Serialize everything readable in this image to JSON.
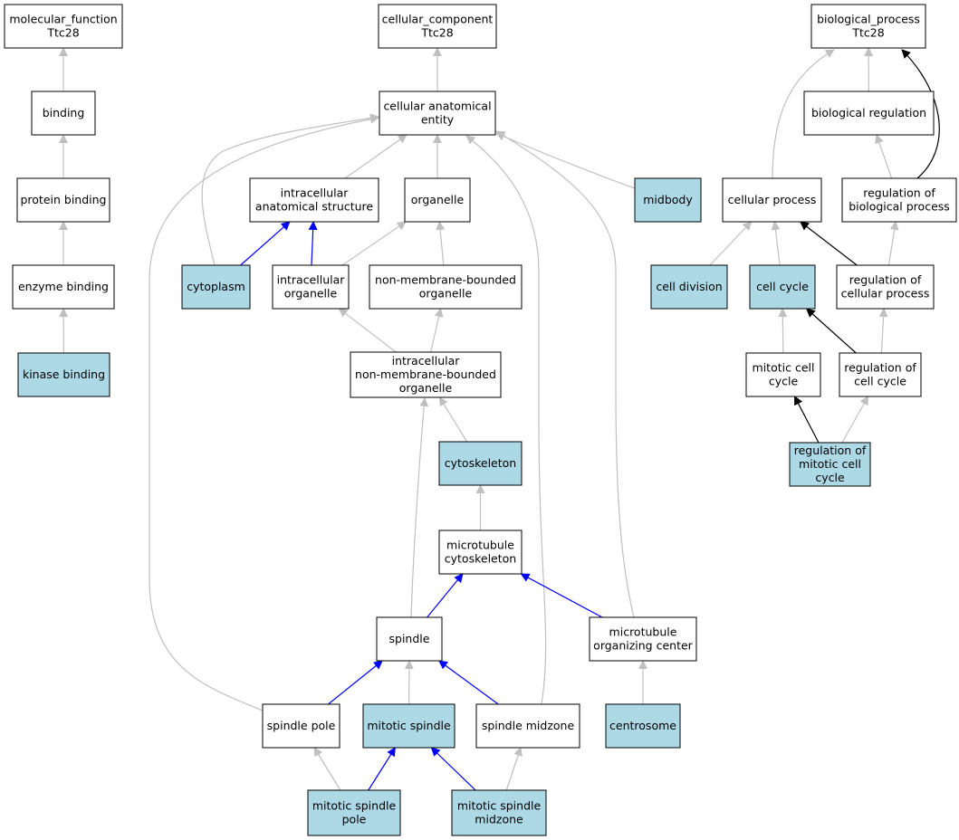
{
  "colors": {
    "highlight_fill": "#add8e6",
    "plain_fill": "#ffffff",
    "edge_gray": "#c0c0c0",
    "edge_blue": "#0000ff",
    "edge_black": "#000000"
  },
  "nodes": [
    {
      "id": "mf",
      "lines": [
        "molecular_function",
        "Ttc28"
      ],
      "highlight": false
    },
    {
      "id": "binding",
      "lines": [
        "binding"
      ],
      "highlight": false
    },
    {
      "id": "protein_binding",
      "lines": [
        "protein binding"
      ],
      "highlight": false
    },
    {
      "id": "enzyme_binding",
      "lines": [
        "enzyme binding"
      ],
      "highlight": false
    },
    {
      "id": "kinase_binding",
      "lines": [
        "kinase binding"
      ],
      "highlight": true
    },
    {
      "id": "cc",
      "lines": [
        "cellular_component",
        "Ttc28"
      ],
      "highlight": false
    },
    {
      "id": "cae",
      "lines": [
        "cellular anatomical",
        "entity"
      ],
      "highlight": false
    },
    {
      "id": "ias",
      "lines": [
        "intracellular",
        "anatomical structure"
      ],
      "highlight": false
    },
    {
      "id": "organelle",
      "lines": [
        "organelle"
      ],
      "highlight": false
    },
    {
      "id": "midbody",
      "lines": [
        "midbody"
      ],
      "highlight": true
    },
    {
      "id": "cytoplasm",
      "lines": [
        "cytoplasm"
      ],
      "highlight": true
    },
    {
      "id": "io",
      "lines": [
        "intracellular",
        "organelle"
      ],
      "highlight": false
    },
    {
      "id": "nmbo",
      "lines": [
        "non-membrane-bounded",
        "organelle"
      ],
      "highlight": false
    },
    {
      "id": "inmbo",
      "lines": [
        "intracellular",
        "non-membrane-bounded",
        "organelle"
      ],
      "highlight": false
    },
    {
      "id": "cytoskeleton",
      "lines": [
        "cytoskeleton"
      ],
      "highlight": true
    },
    {
      "id": "mtc",
      "lines": [
        "microtubule",
        "cytoskeleton"
      ],
      "highlight": false
    },
    {
      "id": "spindle",
      "lines": [
        "spindle"
      ],
      "highlight": false
    },
    {
      "id": "mtoc",
      "lines": [
        "microtubule",
        "organizing center"
      ],
      "highlight": false
    },
    {
      "id": "spindle_pole",
      "lines": [
        "spindle pole"
      ],
      "highlight": false
    },
    {
      "id": "mitotic_spindle",
      "lines": [
        "mitotic spindle"
      ],
      "highlight": true
    },
    {
      "id": "spindle_midzone",
      "lines": [
        "spindle midzone"
      ],
      "highlight": false
    },
    {
      "id": "centrosome",
      "lines": [
        "centrosome"
      ],
      "highlight": true
    },
    {
      "id": "msp",
      "lines": [
        "mitotic spindle",
        "pole"
      ],
      "highlight": true
    },
    {
      "id": "msm",
      "lines": [
        "mitotic spindle",
        "midzone"
      ],
      "highlight": true
    },
    {
      "id": "bp",
      "lines": [
        "biological_process",
        "Ttc28"
      ],
      "highlight": false
    },
    {
      "id": "bio_reg",
      "lines": [
        "biological regulation"
      ],
      "highlight": false
    },
    {
      "id": "cell_proc",
      "lines": [
        "cellular process"
      ],
      "highlight": false
    },
    {
      "id": "reg_bio",
      "lines": [
        "regulation of",
        "biological process"
      ],
      "highlight": false
    },
    {
      "id": "cell_div",
      "lines": [
        "cell division"
      ],
      "highlight": true
    },
    {
      "id": "cell_cycle",
      "lines": [
        "cell cycle"
      ],
      "highlight": true
    },
    {
      "id": "reg_cell_proc",
      "lines": [
        "regulation of",
        "cellular process"
      ],
      "highlight": false
    },
    {
      "id": "mit_cc",
      "lines": [
        "mitotic cell",
        "cycle"
      ],
      "highlight": false
    },
    {
      "id": "reg_cc",
      "lines": [
        "regulation of",
        "cell cycle"
      ],
      "highlight": false
    },
    {
      "id": "reg_mcc",
      "lines": [
        "regulation of",
        "mitotic cell",
        "cycle"
      ],
      "highlight": true
    }
  ],
  "edges": [
    {
      "from": "binding",
      "to": "mf",
      "color": "gray"
    },
    {
      "from": "protein_binding",
      "to": "binding",
      "color": "gray"
    },
    {
      "from": "enzyme_binding",
      "to": "protein_binding",
      "color": "gray"
    },
    {
      "from": "kinase_binding",
      "to": "enzyme_binding",
      "color": "gray"
    },
    {
      "from": "cae",
      "to": "cc",
      "color": "gray"
    },
    {
      "from": "ias",
      "to": "cae",
      "color": "gray"
    },
    {
      "from": "organelle",
      "to": "cae",
      "color": "gray"
    },
    {
      "from": "midbody",
      "to": "cae",
      "color": "gray"
    },
    {
      "from": "cytoplasm",
      "to": "cae",
      "color": "gray"
    },
    {
      "from": "spindle_pole",
      "to": "cae",
      "color": "gray"
    },
    {
      "from": "spindle_midzone",
      "to": "cae",
      "color": "gray"
    },
    {
      "from": "mtoc",
      "to": "cae",
      "color": "gray"
    },
    {
      "from": "cytoplasm",
      "to": "ias",
      "color": "blue"
    },
    {
      "from": "io",
      "to": "ias",
      "color": "blue"
    },
    {
      "from": "io",
      "to": "organelle",
      "color": "gray"
    },
    {
      "from": "nmbo",
      "to": "organelle",
      "color": "gray"
    },
    {
      "from": "inmbo",
      "to": "io",
      "color": "gray"
    },
    {
      "from": "inmbo",
      "to": "nmbo",
      "color": "gray"
    },
    {
      "from": "cytoskeleton",
      "to": "inmbo",
      "color": "gray"
    },
    {
      "from": "spindle",
      "to": "inmbo",
      "color": "gray"
    },
    {
      "from": "mtc",
      "to": "cytoskeleton",
      "color": "gray"
    },
    {
      "from": "spindle",
      "to": "mtc",
      "color": "blue"
    },
    {
      "from": "mtoc",
      "to": "mtc",
      "color": "blue"
    },
    {
      "from": "spindle_pole",
      "to": "spindle",
      "color": "blue"
    },
    {
      "from": "mitotic_spindle",
      "to": "spindle",
      "color": "gray"
    },
    {
      "from": "spindle_midzone",
      "to": "spindle",
      "color": "blue"
    },
    {
      "from": "centrosome",
      "to": "mtoc",
      "color": "gray"
    },
    {
      "from": "msp",
      "to": "spindle_pole",
      "color": "gray"
    },
    {
      "from": "msp",
      "to": "mitotic_spindle",
      "color": "blue"
    },
    {
      "from": "msm",
      "to": "mitotic_spindle",
      "color": "blue"
    },
    {
      "from": "msm",
      "to": "spindle_midzone",
      "color": "gray"
    },
    {
      "from": "bio_reg",
      "to": "bp",
      "color": "gray"
    },
    {
      "from": "cell_proc",
      "to": "bp",
      "color": "gray"
    },
    {
      "from": "reg_bio",
      "to": "bp",
      "color": "black"
    },
    {
      "from": "reg_bio",
      "to": "bio_reg",
      "color": "gray"
    },
    {
      "from": "cell_div",
      "to": "cell_proc",
      "color": "gray"
    },
    {
      "from": "cell_cycle",
      "to": "cell_proc",
      "color": "gray"
    },
    {
      "from": "reg_cell_proc",
      "to": "cell_proc",
      "color": "black"
    },
    {
      "from": "reg_cell_proc",
      "to": "reg_bio",
      "color": "gray"
    },
    {
      "from": "mit_cc",
      "to": "cell_cycle",
      "color": "gray"
    },
    {
      "from": "reg_cc",
      "to": "cell_cycle",
      "color": "black"
    },
    {
      "from": "reg_cc",
      "to": "reg_cell_proc",
      "color": "gray"
    },
    {
      "from": "reg_mcc",
      "to": "mit_cc",
      "color": "black"
    },
    {
      "from": "reg_mcc",
      "to": "reg_cc",
      "color": "gray"
    }
  ]
}
